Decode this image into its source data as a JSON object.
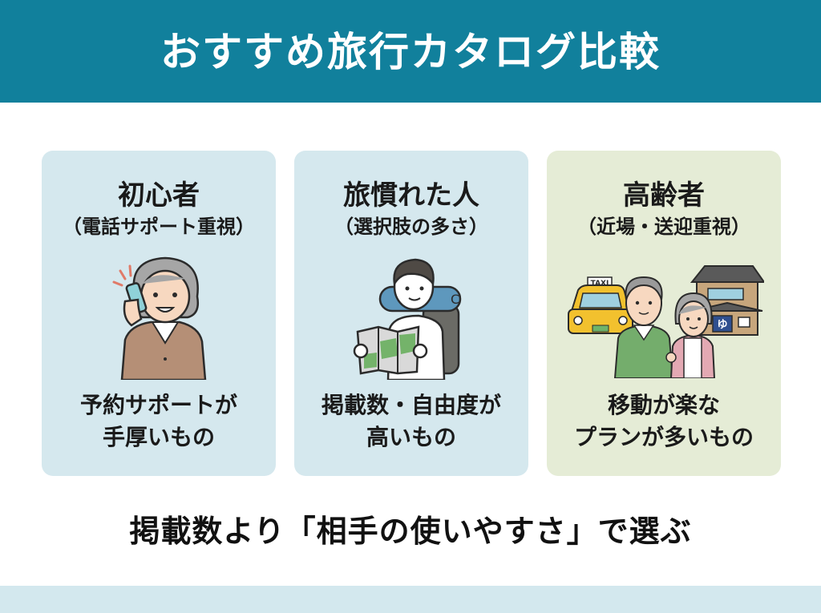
{
  "header": {
    "title": "おすすめ旅行カタログ比較",
    "background": "#11809c"
  },
  "cards": [
    {
      "title": "初心者",
      "subtitle": "（電話サポート重視）",
      "illustration": "elderly-woman-on-phone-icon",
      "desc_line1": "予約サポートが",
      "desc_line2": "手厚いもの",
      "background": "#d5e8ee"
    },
    {
      "title": "旅慣れた人",
      "subtitle": "（選択肢の多さ）",
      "illustration": "backpacker-with-map-icon",
      "desc_line1": "掲載数・自由度が",
      "desc_line2": "高いもの",
      "background": "#d5e8ee"
    },
    {
      "title": "高齢者",
      "subtitle": "（近場・送迎重視）",
      "illustration": "elderly-couple-taxi-inn-icon",
      "desc_line1": "移動が楽な",
      "desc_line2": "プランが多いもの",
      "background": "#e5ecd6",
      "taxi_sign": "TAXI",
      "inn_sign": "ゆ"
    }
  ],
  "summary": {
    "text": "掲載数より「相手の使いやすさ」で選ぶ"
  }
}
